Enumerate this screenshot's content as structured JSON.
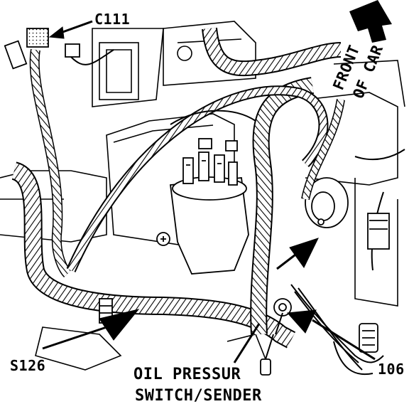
{
  "labels": {
    "connector_c111": "C111",
    "splice_s126": "S126",
    "ground_106": "106",
    "front_line1": "FRONT",
    "front_line2": "OF CAR",
    "oil_line1": "OIL PRESSUR",
    "oil_line2": "SWITCH/SENDER"
  },
  "colors": {
    "ink": "#000000",
    "paper": "#ffffff"
  },
  "icons": {
    "direction": "front-arrow-icon"
  }
}
